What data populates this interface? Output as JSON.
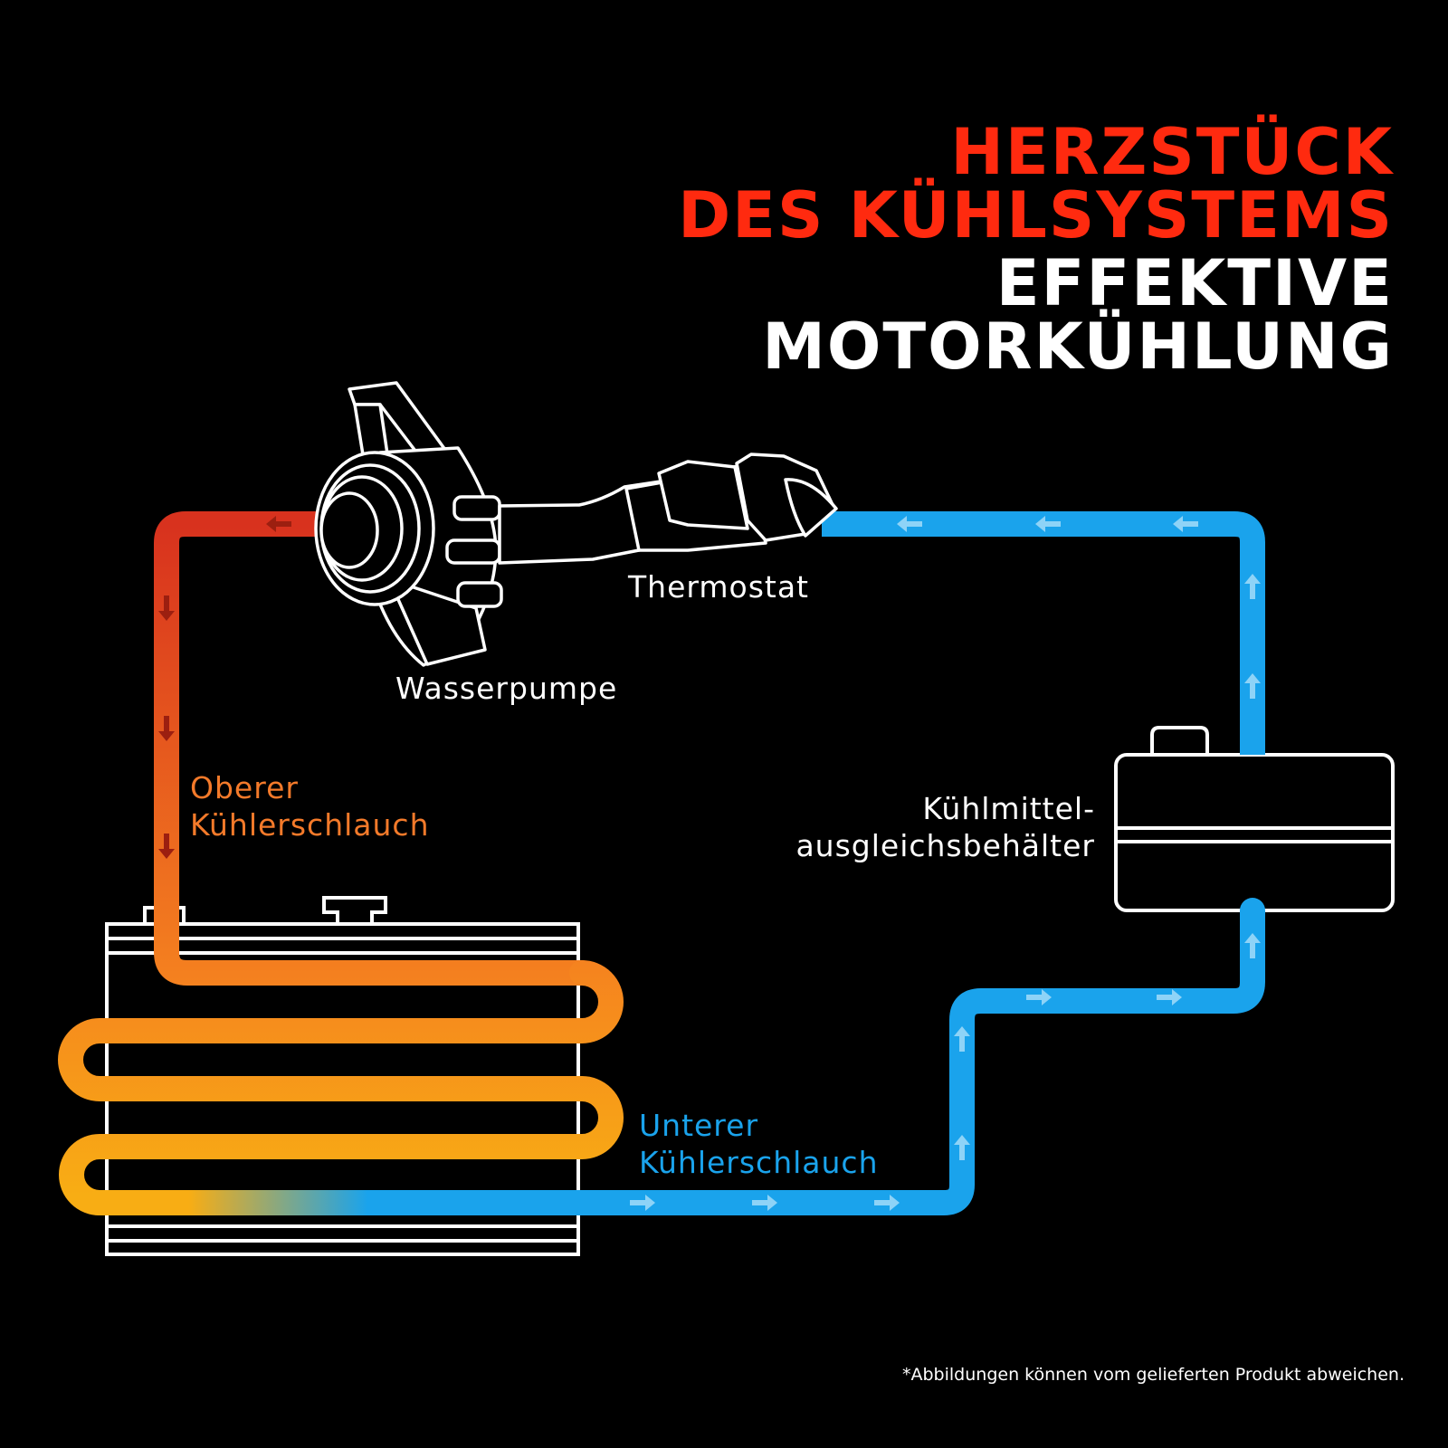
{
  "headline": {
    "line1": "HERZSTÜCK",
    "line2": "DES KÜHLSYSTEMS",
    "line3": "EFFEKTIVE",
    "line4": "MOTORKÜHLUNG"
  },
  "labels": {
    "thermostat": "Thermostat",
    "water_pump": "Wasserpumpe",
    "upper_hose_line1": "Oberer",
    "upper_hose_line2": "Kühlerschlauch",
    "lower_hose_line1": "Unterer",
    "lower_hose_line2": "Kühlerschlauch",
    "reservoir_line1": "Kühlmittel-",
    "reservoir_line2": "ausgleichsbehälter"
  },
  "footnote": "*Abbildungen können vom gelieferten Produkt abweichen.",
  "colors": {
    "background": "#000000",
    "headline_red": "#ff2a0f",
    "headline_white": "#ffffff",
    "hot_red": "#d8321e",
    "hot_orange": "#f5821f",
    "hot_yellow": "#f8ad14",
    "cool_blue": "#1aa3ec",
    "arrow_light_blue": "#8ed3f7",
    "arrow_dark_red": "#9c1f10",
    "upper_hose_text": "#f47a2a",
    "lower_hose_text": "#1aa3ec",
    "outline": "#ffffff"
  }
}
